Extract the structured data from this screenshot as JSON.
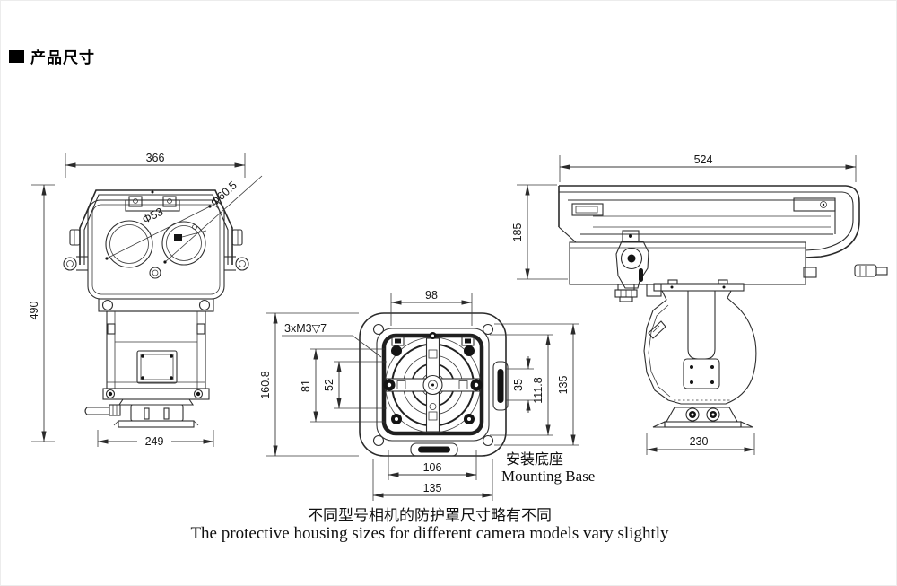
{
  "title": {
    "text": "产品尺寸"
  },
  "front_view": {
    "dim_width_top": "366",
    "dim_height": "490",
    "dim_width_bottom": "249",
    "label_lens_small": "Φ53",
    "label_lens_large": "Φ60.5"
  },
  "base_view": {
    "dim_top": "98",
    "dim_height": "160.8",
    "dim_inner_height_outer": "81",
    "dim_inner_height_inner": "52",
    "dim_right_small": "35",
    "dim_right_mid": "111.8",
    "dim_right_full": "135",
    "dim_bottom_inner": "106",
    "dim_bottom_full": "135",
    "thread_note": "3xM3▽7",
    "caption_cn": "安装底座",
    "caption_en": "Mounting Base"
  },
  "side_view": {
    "dim_width_top": "524",
    "dim_height": "185",
    "dim_base_width": "230"
  },
  "footnote": {
    "cn": "不同型号相机的防护罩尺寸略有不同",
    "en": "The protective housing sizes for different camera models vary slightly"
  }
}
